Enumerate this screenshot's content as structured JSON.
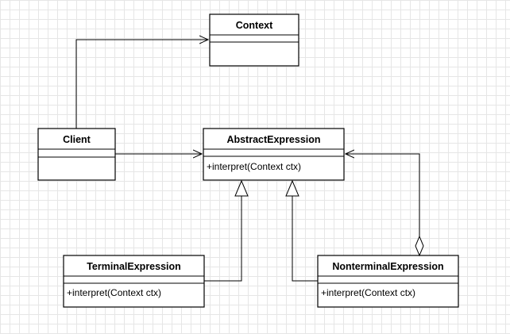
{
  "classes": {
    "context": {
      "name": "Context",
      "operations": []
    },
    "client": {
      "name": "Client",
      "operations": []
    },
    "abstract_expression": {
      "name": "AbstractExpression",
      "operations": [
        "+interpret(Context ctx)"
      ]
    },
    "terminal_expression": {
      "name": "TerminalExpression",
      "operations": [
        "+interpret(Context ctx)"
      ]
    },
    "nonterminal_expression": {
      "name": "NonterminalExpression",
      "operations": [
        "+interpret(Context ctx)"
      ]
    }
  },
  "relationships": [
    {
      "type": "association",
      "from": "Client",
      "to": "Context"
    },
    {
      "type": "association",
      "from": "Client",
      "to": "AbstractExpression"
    },
    {
      "type": "generalization",
      "from": "TerminalExpression",
      "to": "AbstractExpression"
    },
    {
      "type": "generalization",
      "from": "NonterminalExpression",
      "to": "AbstractExpression"
    },
    {
      "type": "aggregation",
      "from": "NonterminalExpression",
      "to": "AbstractExpression"
    }
  ],
  "colors": {
    "stroke": "#000000",
    "fill": "#ffffff",
    "grid": "#e6e6e6"
  }
}
